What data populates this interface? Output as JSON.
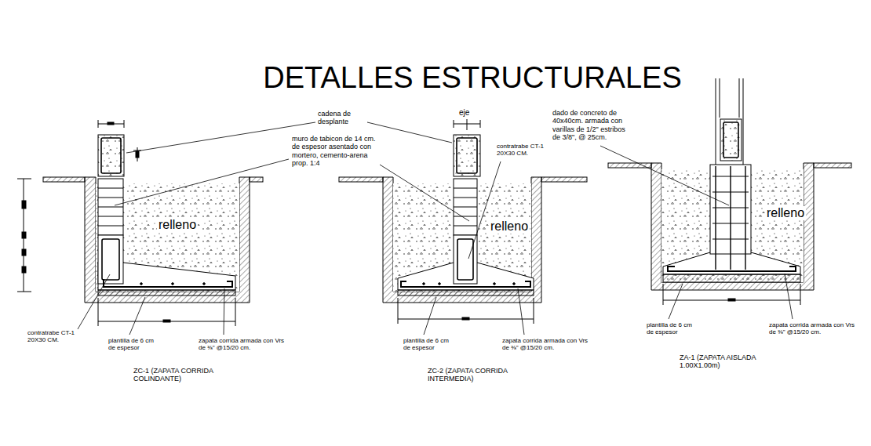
{
  "diagram": {
    "title": "DETALLES ESTRUCTURALES",
    "labels": [
      "cadena de desplante",
      "muro de tabicon de 14 cm. de espesor asentado con mortero, cemento-arena prop. 1:4",
      "relleno",
      "contratrabe CT-1 20X30 CM.",
      "plantilla de 6 cm de espesor",
      "zapata corrida armada con Vrs de ⅜\" @15/20 cm.",
      "ZC-1 (ZAPATA CORRIDA COLINDANTE)",
      "eje",
      "contratrabe CT-1 20X30 CM.",
      "relleno",
      "plantilla de 6 cm de espesor",
      "zapata corrida armada con Vrs de ⅜\" @15/20 cm.",
      "ZC-2 (ZAPATA CORRIDA INTERMEDIA)",
      "dado de concreto de 40x40cm. armada con varillas de 1/2\" estribos de 3/8\", @ 25cm.",
      "relleno",
      "plantilla de 6 cm de espesor",
      "zapata corrida armada con Vrs de ⅜\" @15/20 cm.",
      "ZA-1 (ZAPATA AISLADA 1.00X1.00m)"
    ]
  }
}
